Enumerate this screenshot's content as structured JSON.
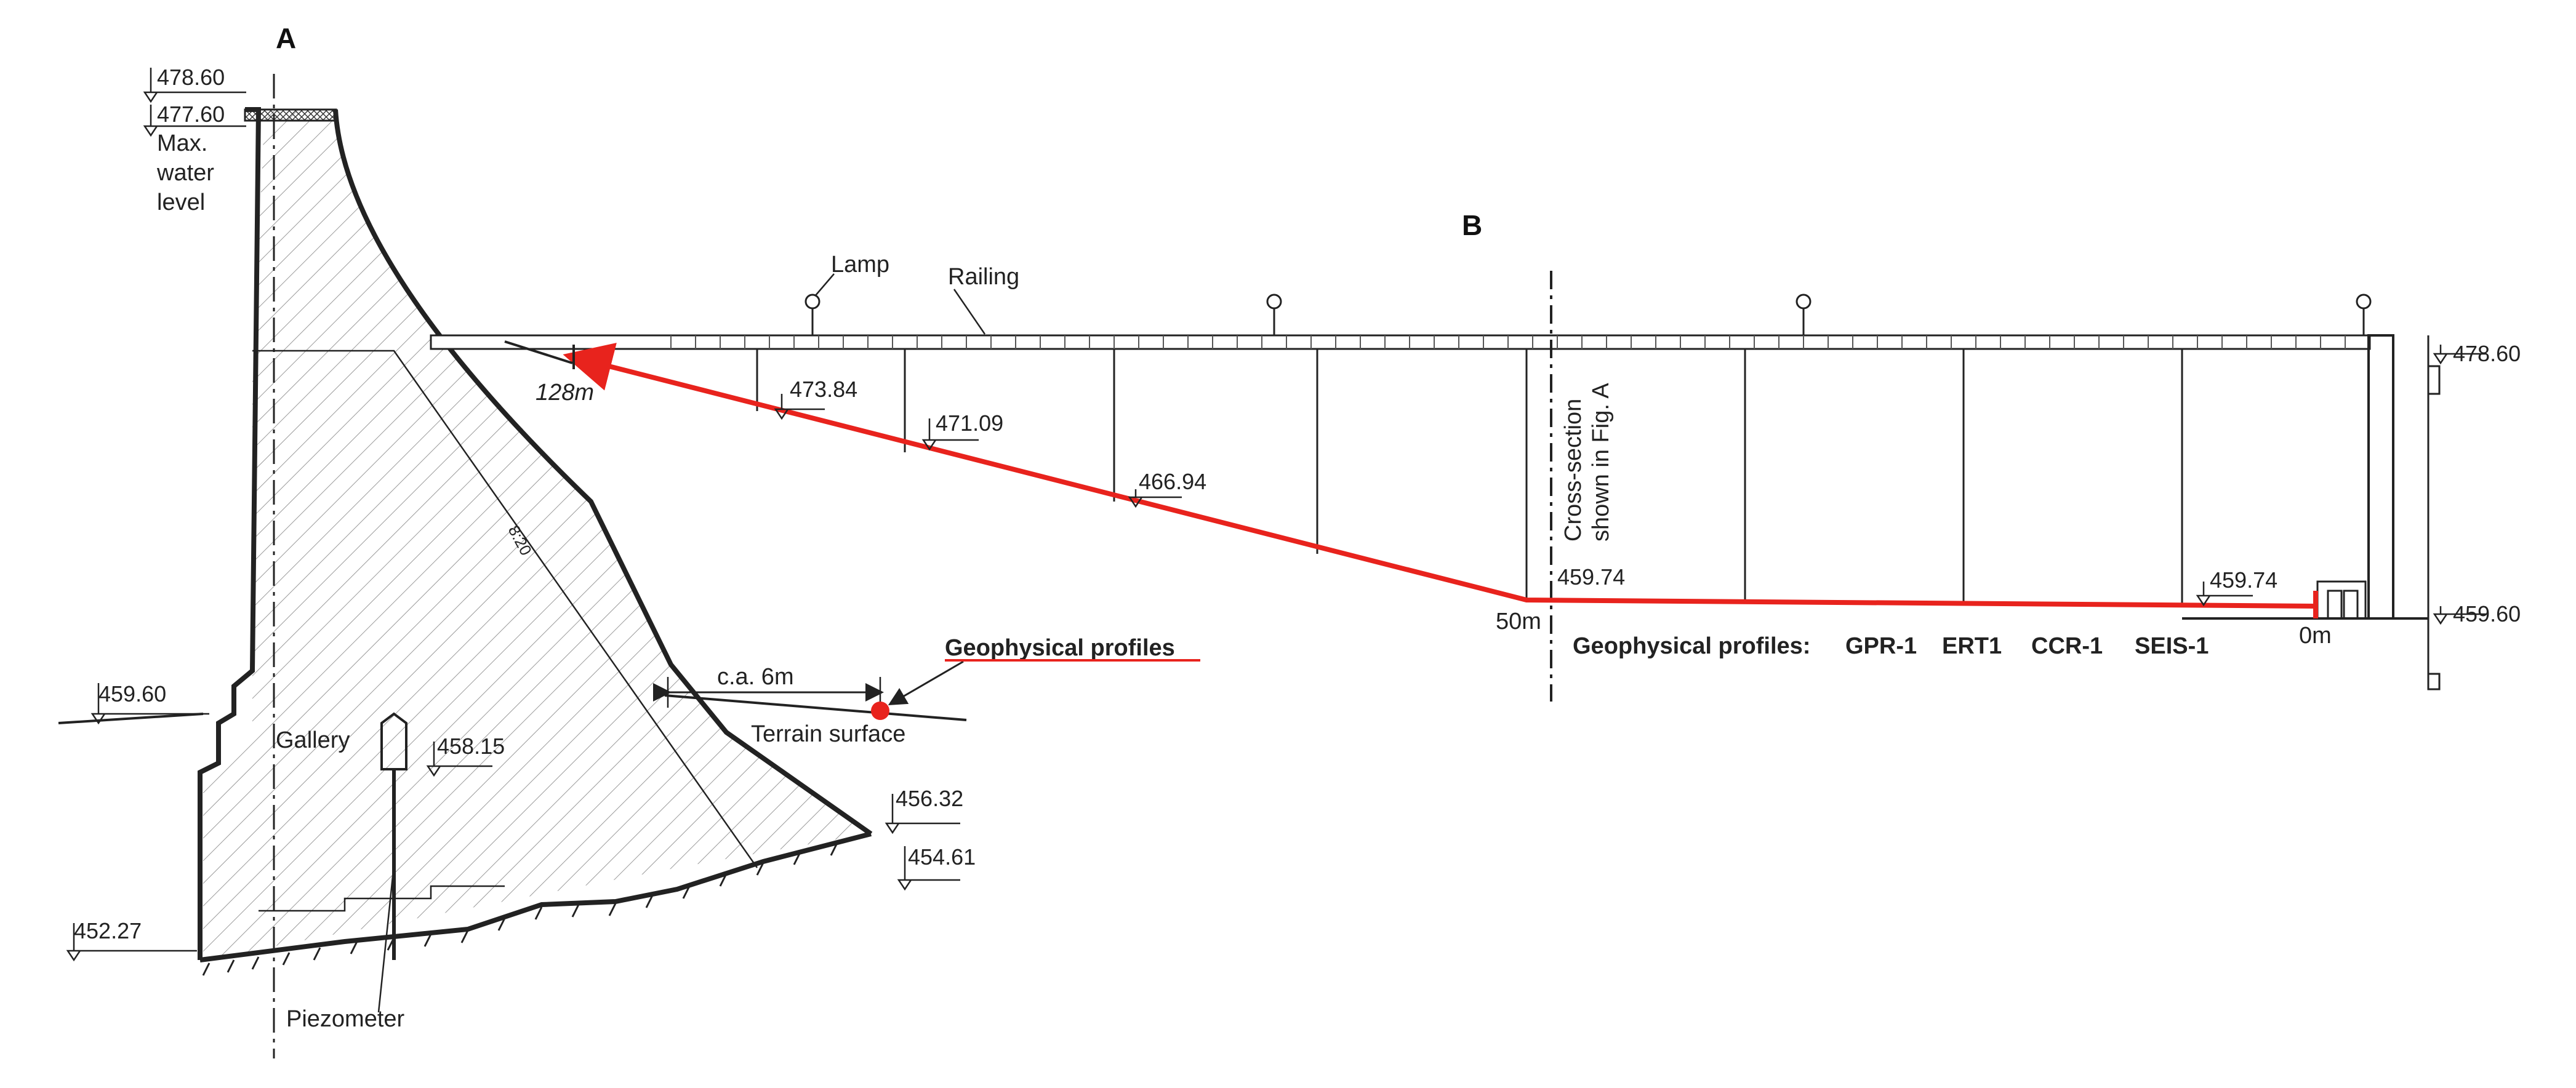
{
  "panels": {
    "a_label": "A",
    "b_label": "B"
  },
  "section_a": {
    "elevations": {
      "top": "478.60",
      "max_water": "477.60",
      "left_ground": "459.60",
      "gallery": "458.15",
      "toe_upper": "456.32",
      "toe_lower": "454.61",
      "foundation": "452.27"
    },
    "labels": {
      "max_water_line1": "Max.",
      "max_water_line2": "water",
      "max_water_line3": "level",
      "gallery": "Gallery",
      "piezometer": "Piezometer",
      "slope": "8:20",
      "distance": "c.a. 6m",
      "terrain": "Terrain surface",
      "geophysical": "Geophysical profiles"
    }
  },
  "section_b": {
    "labels": {
      "lamp": "Lamp",
      "railing": "Railing",
      "cross_section_line1": "Cross-section",
      "cross_section_line2": "shown in Fig. A"
    },
    "elevations": {
      "crest_right": "478.60",
      "base_right": "459.60",
      "e1": "473.84",
      "e2": "471.09",
      "e3": "466.94",
      "e4": "459.74",
      "e5": "459.74"
    },
    "distances": {
      "d128": "128m",
      "d50": "50m",
      "d0": "0m"
    },
    "profiles_legend": {
      "prefix": "Geophysical profiles:",
      "items": [
        {
          "name": "GPR-1",
          "color": "#e8231d"
        },
        {
          "name": "ERT1",
          "color": "#1f1fd0"
        },
        {
          "name": "CCR-1",
          "color": "#1e9a3a"
        },
        {
          "name": "SEIS-1",
          "color": "#f07d1a"
        }
      ]
    }
  },
  "colors": {
    "profile_red": "#e8231d",
    "ink": "#222222",
    "hatch": "#9a9a9a"
  }
}
